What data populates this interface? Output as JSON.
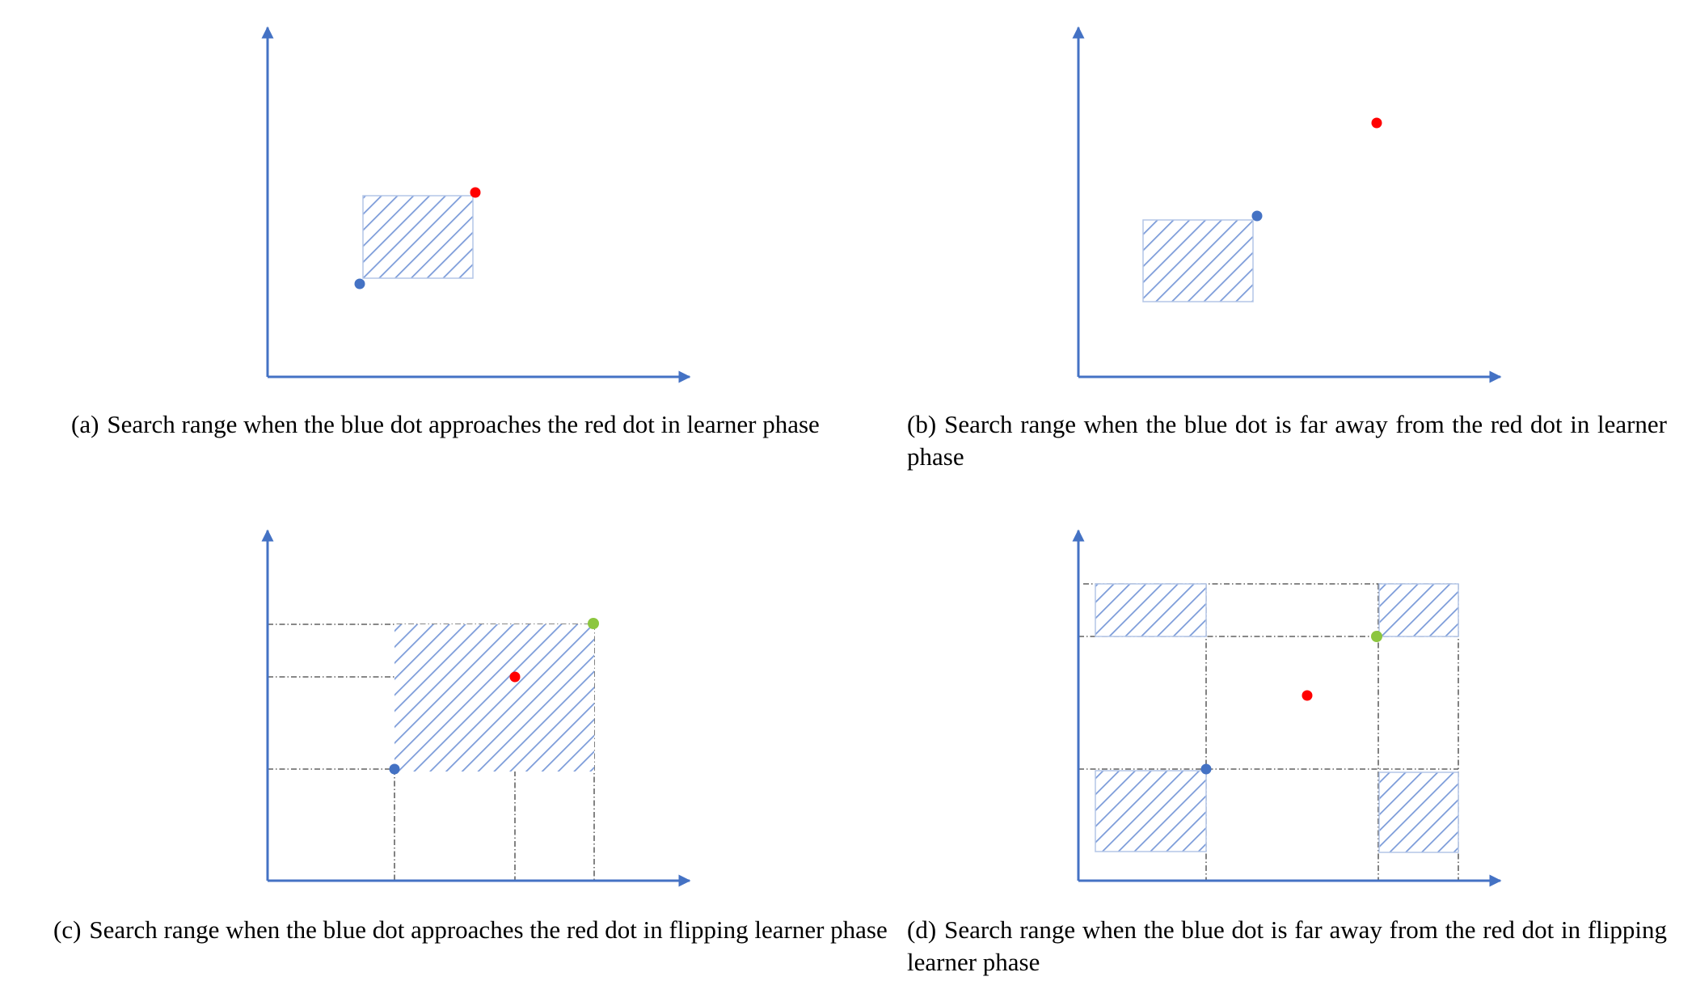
{
  "figure": {
    "colors": {
      "axis": "#4472c4",
      "hatch": "#7b9bd9",
      "blue_dot": "#4472c4",
      "red_dot": "#ff0000",
      "green_dot": "#8cc63f",
      "guide_line": "#404040"
    },
    "panels": [
      {
        "id": "a",
        "tag": "(a)",
        "caption": "Search range when the blue dot approaches the red dot in learner phase"
      },
      {
        "id": "b",
        "tag": "(b)",
        "caption": "Search range when the blue dot is far away from the red dot in learner phase"
      },
      {
        "id": "c",
        "tag": "(c)",
        "caption": "Search range when the blue dot approaches the red dot in flipping learner phase"
      },
      {
        "id": "d",
        "tag": "(d)",
        "caption": "Search range when the blue dot is far away from the red dot in flipping learner phase"
      }
    ]
  }
}
